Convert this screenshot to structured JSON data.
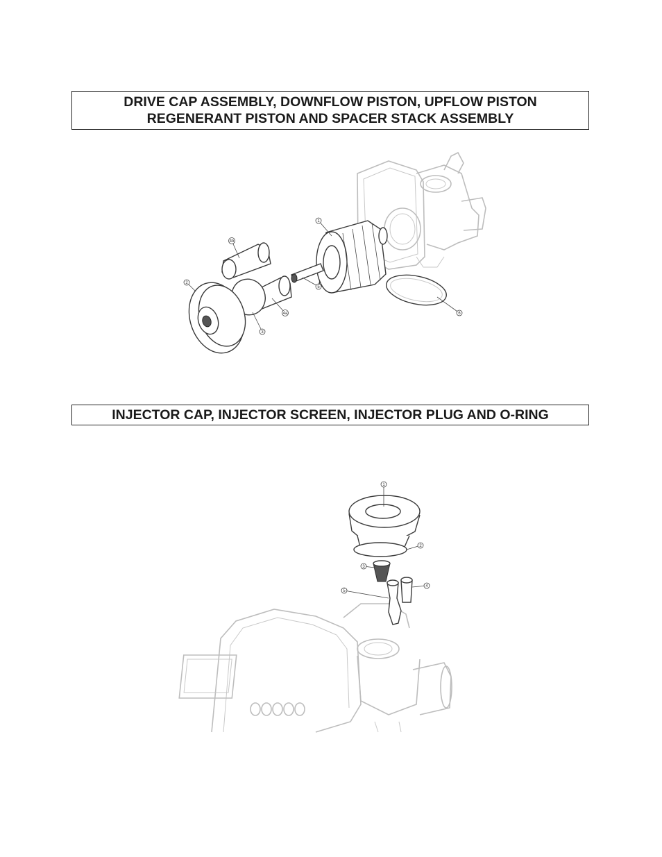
{
  "section1": {
    "title_line1": "DRIVE CAP ASSEMBLY, DOWNFLOW PISTON, UPFLOW PISTON",
    "title_line2": "REGENERANT PISTON AND SPACER STACK ASSEMBLY",
    "callouts": [
      "1",
      "2",
      "3",
      "4a",
      "4b",
      "5",
      "6"
    ]
  },
  "section2": {
    "title": "INJECTOR CAP, INJECTOR SCREEN, INJECTOR PLUG AND O-RING",
    "callouts": [
      "1",
      "2",
      "3",
      "4",
      "5"
    ]
  }
}
